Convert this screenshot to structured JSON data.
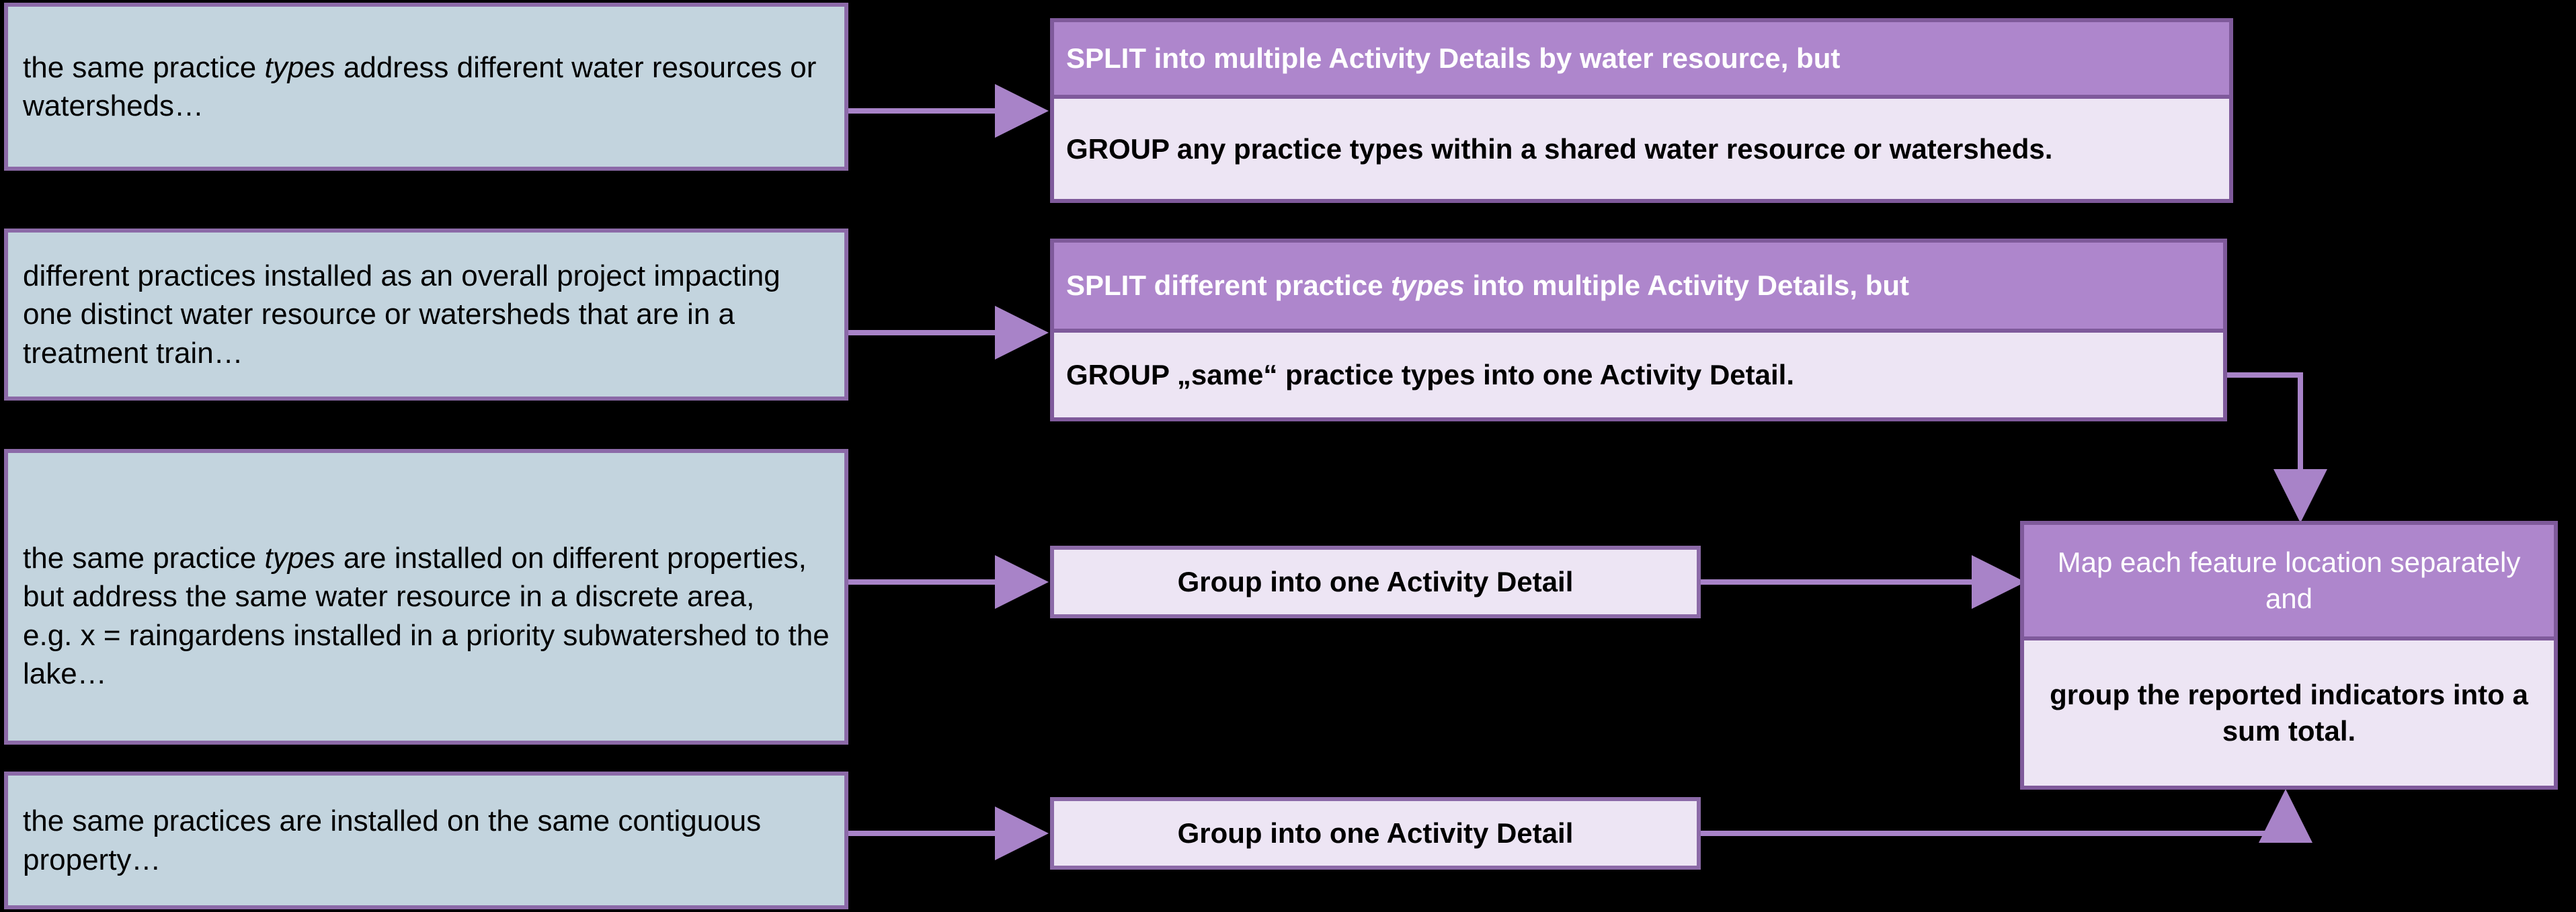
{
  "diagram": {
    "title": "Activity Detail splitting and grouping guidance",
    "colors": {
      "condition_fill": "#C3D4DE",
      "condition_border": "#8C6AA8",
      "action_header_fill": "#AE86CC",
      "action_body_fill": "#EDE5F4",
      "border_dark": "#7F5A9B",
      "connector": "#A883C8",
      "background": "#000000"
    },
    "conditions": [
      {
        "id": "cond-1",
        "text": "the same practice ",
        "emphasis": "types",
        "text_after": " address different water resources or watersheds…"
      },
      {
        "id": "cond-2",
        "text": "different practices installed as an overall project impacting one distinct water resource or watersheds that are in a treatment train…",
        "emphasis": "",
        "text_after": ""
      },
      {
        "id": "cond-3",
        "text": "the same practice ",
        "emphasis": "types",
        "text_after": " are installed on different properties, but address the same water resource in a discrete area,\ne.g. x = raingardens installed in a priority subwatershed to the lake…"
      },
      {
        "id": "cond-4",
        "text": "the same practices are installed on the same contiguous property…",
        "emphasis": "",
        "text_after": ""
      }
    ],
    "actions": [
      {
        "id": "action-1",
        "header": "SPLIT into multiple Activity Details by water resource, but",
        "header_emphasis": "",
        "body": "GROUP any practice types within a shared water resource or watersheds."
      },
      {
        "id": "action-2",
        "header_pre": "SPLIT different practice ",
        "header_emphasis": "types",
        "header_post": " into multiple Activity Details, but",
        "body": "GROUP „same“ practice types into one Activity Detail."
      },
      {
        "id": "action-3",
        "label": "Group into one Activity Detail"
      },
      {
        "id": "action-4",
        "label": "Group into one Activity Detail"
      }
    ],
    "result": {
      "id": "result-node",
      "header": "Map each feature location separately and",
      "body": "group the reported indicators into a sum total."
    }
  }
}
